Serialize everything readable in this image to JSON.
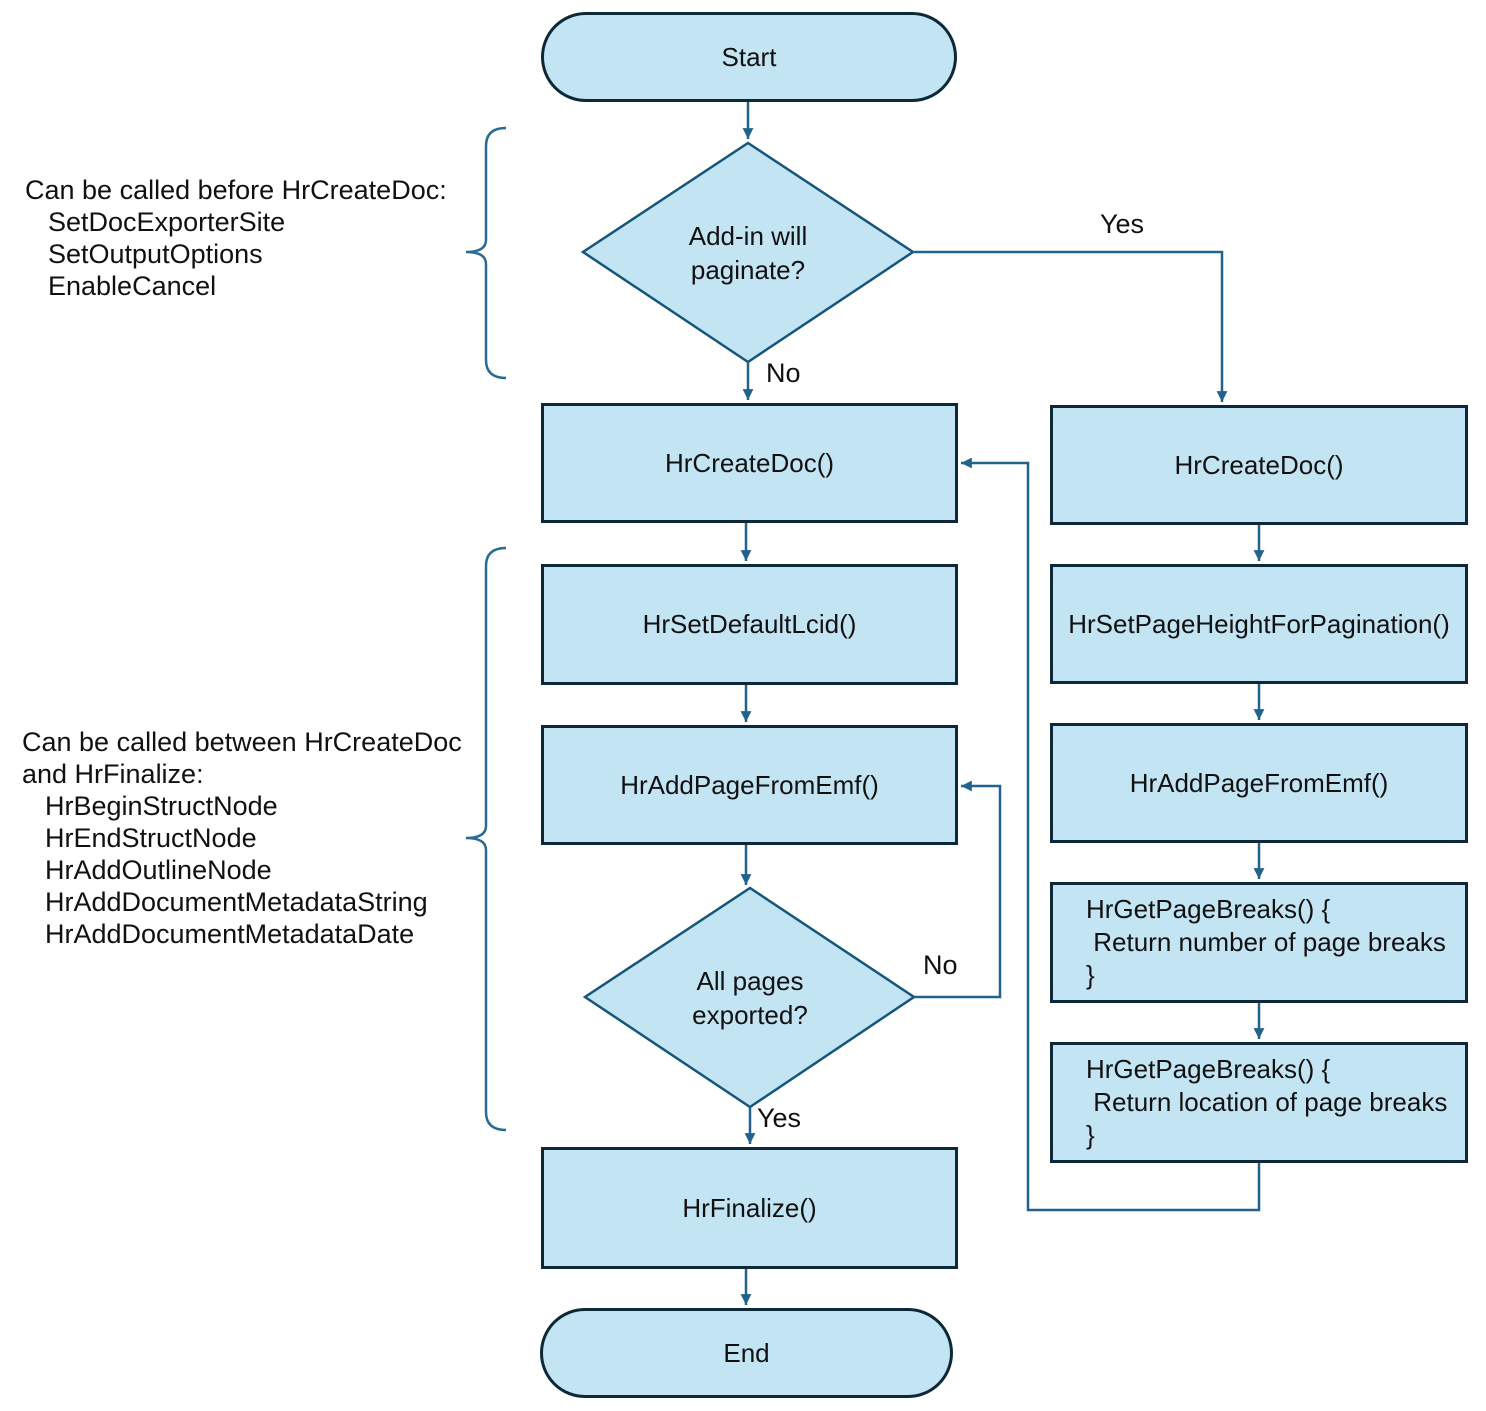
{
  "colors": {
    "shape_fill": "#c3e4f3",
    "shape_border": "#0d2838",
    "diamond_border": "#15567a",
    "connector": "#21638c",
    "brace": "#2a6b92",
    "text": "#111111"
  },
  "nodes": {
    "start": "Start",
    "decision_paginate": "Add-in will\npaginate?",
    "create_doc_left": "HrCreateDoc()",
    "set_default_lcid": "HrSetDefaultLcid()",
    "add_page_from_emf_left": "HrAddPageFromEmf()",
    "decision_all_pages": "All pages\nexported?",
    "finalize": "HrFinalize()",
    "end": "End",
    "create_doc_right": "HrCreateDoc()",
    "set_page_height_for_pagination": "HrSetPageHeightForPagination()",
    "add_page_from_emf_right": "HrAddPageFromEmf()",
    "get_page_breaks_number": "HrGetPageBreaks() {\n Return number of page breaks\n}",
    "get_page_breaks_location": "HrGetPageBreaks() {\n Return location of page breaks\n}"
  },
  "edge_labels": {
    "paginate_yes": "Yes",
    "paginate_no": "No",
    "all_pages_no": "No",
    "all_pages_yes": "Yes"
  },
  "annotations": {
    "before_create_doc": {
      "heading": "Can be called before HrCreateDoc:",
      "items": [
        "SetDocExporterSite",
        "SetOutputOptions",
        "EnableCancel"
      ]
    },
    "between_create_and_finalize": {
      "heading": "Can be called between HrCreateDoc\nand HrFinalize:",
      "items": [
        "HrBeginStructNode",
        "HrEndStructNode",
        "HrAddOutlineNode",
        "HrAddDocumentMetadataString",
        "HrAddDocumentMetadataDate"
      ]
    }
  }
}
